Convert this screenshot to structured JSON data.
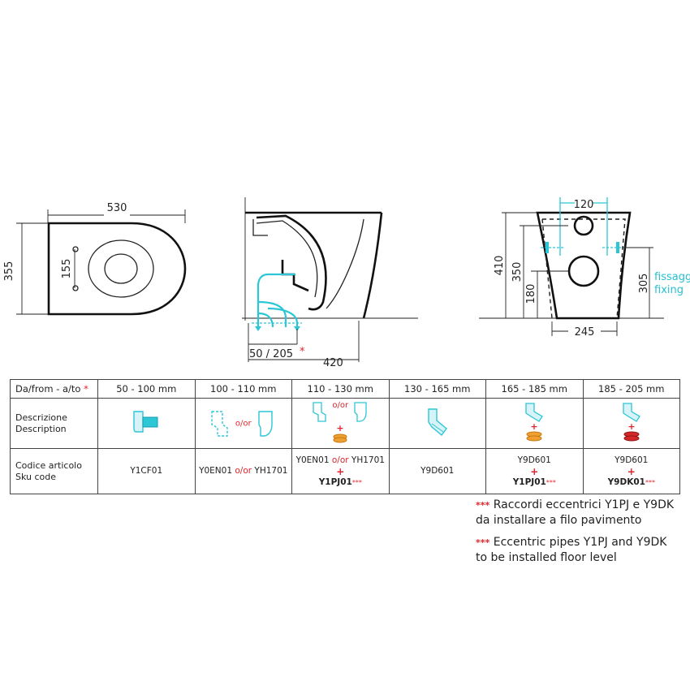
{
  "dimensions": {
    "top_view": {
      "width": "530",
      "depth": "355",
      "holes": "155"
    },
    "side_view": {
      "outlet": "50 / 205",
      "outlet_star": "*",
      "length": "420"
    },
    "back_view": {
      "inlet_spacing": "120",
      "height": "410",
      "inlet_height": "350",
      "outlet_height": "180",
      "fixing_height": "305",
      "base_width": "245",
      "fixing_label_it": "fissaggi",
      "fixing_label_en": "fixing"
    }
  },
  "table": {
    "header_label": "Da/from - a/to",
    "header_star": "*",
    "ranges": [
      "50 - 100 mm",
      "100 - 110 mm",
      "110 - 130 mm",
      "130 - 165 mm",
      "165 - 185 mm",
      "185 - 205 mm"
    ],
    "description_it": "Descrizione",
    "description_en": "Description",
    "code_it": "Codice articolo",
    "code_en": "Sku code",
    "or_label": "o/or",
    "plus": "+",
    "triple_star": "***",
    "codes": {
      "c1": "Y1CF01",
      "c2a": "Y0EN01",
      "c2b": "YH1701",
      "c3a": "Y0EN01",
      "c3b": "YH1701",
      "c3c": "Y1PJ01",
      "c4": "Y9D601",
      "c5a": "Y9D601",
      "c5b": "Y1PJ01",
      "c6a": "Y9D601",
      "c6b": "Y9DK01"
    }
  },
  "notes": {
    "star": "***",
    "it_line1": "Raccordi eccentrici Y1PJ  e Y9DK",
    "it_line2": "da installare a filo pavimento",
    "en_line1": "Eccentric pipes Y1PJ  and Y9DK",
    "en_line2": "to be installed floor level"
  },
  "colors": {
    "accent_cyan": "#2cc6d6",
    "accent_red": "#e0242c",
    "orange": "#f0a030"
  }
}
